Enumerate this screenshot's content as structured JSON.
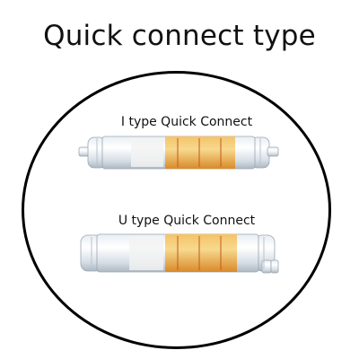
{
  "title": "Quick connect type",
  "filters": [
    {
      "label": "I type Quick Connect"
    },
    {
      "label": "U type Quick Connect"
    }
  ]
}
